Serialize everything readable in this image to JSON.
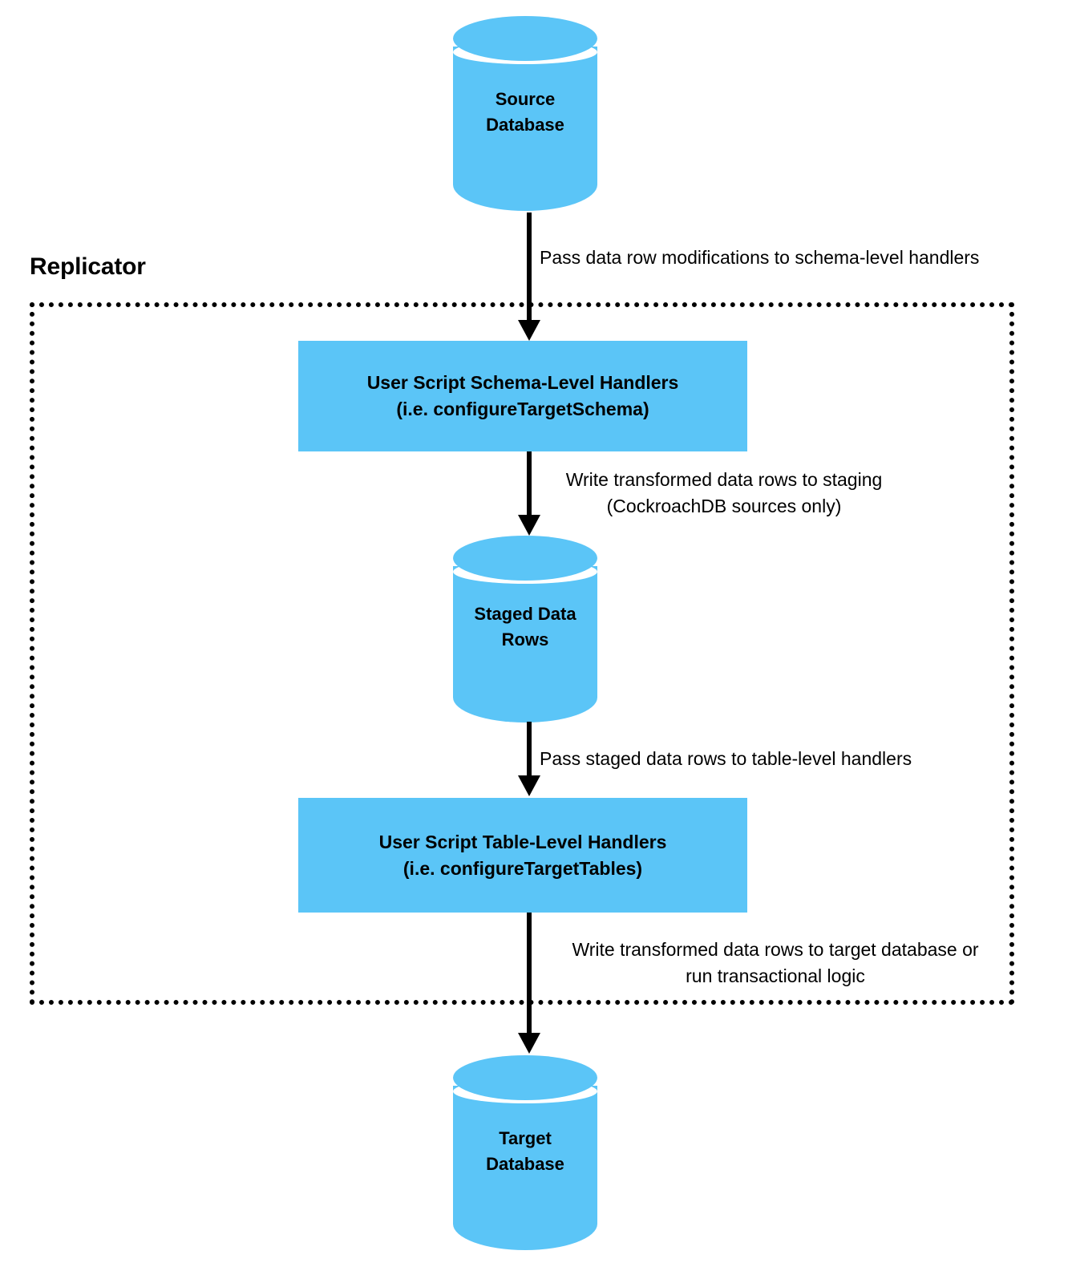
{
  "diagram": {
    "title": "Replicator",
    "accent_color": "#5bc5f7",
    "line_color": "#000000",
    "background": "#ffffff"
  },
  "nodes": {
    "source_database": {
      "label": "Source\nDatabase",
      "shape": "cylinder"
    },
    "schema_handlers": {
      "label": "User Script Schema-Level Handlers\n(i.e. configureTargetSchema)",
      "shape": "box"
    },
    "staged_rows": {
      "label": "Staged Data\nRows",
      "shape": "cylinder"
    },
    "table_handlers": {
      "label": "User Script Table-Level Handlers\n(i.e. configureTargetTables)",
      "shape": "box"
    },
    "target_database": {
      "label": "Target\nDatabase",
      "shape": "cylinder"
    }
  },
  "edges": {
    "source_to_schema": {
      "label": "Pass data row modifications to schema-level handlers"
    },
    "schema_to_staged": {
      "label": "Write transformed data rows to staging\n(CockroachDB sources only)"
    },
    "staged_to_table": {
      "label": "Pass staged data rows to table-level handlers"
    },
    "table_to_target": {
      "label": "Write transformed data rows to target database or\nrun transactional logic"
    }
  }
}
